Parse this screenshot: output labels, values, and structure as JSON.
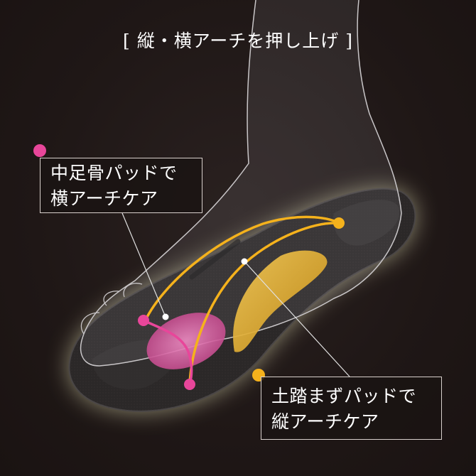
{
  "headline": "[ 縦・横アーチを押し上げ ]",
  "callouts": {
    "metatarsal": {
      "line1": "中足骨パッドで",
      "line2": "横アーチケア",
      "dot_color": "#e8469a",
      "pad_color": "#d75fa0"
    },
    "arch": {
      "line1": "土踏まずパッドで",
      "line2": "縦アーチケア",
      "dot_color": "#f5b21c",
      "pad_color": "#e7b12f"
    }
  },
  "colors": {
    "background": "#1f1716",
    "insole": "#2b2828",
    "glow": "#f1f0c0",
    "text": "#ffffff"
  }
}
